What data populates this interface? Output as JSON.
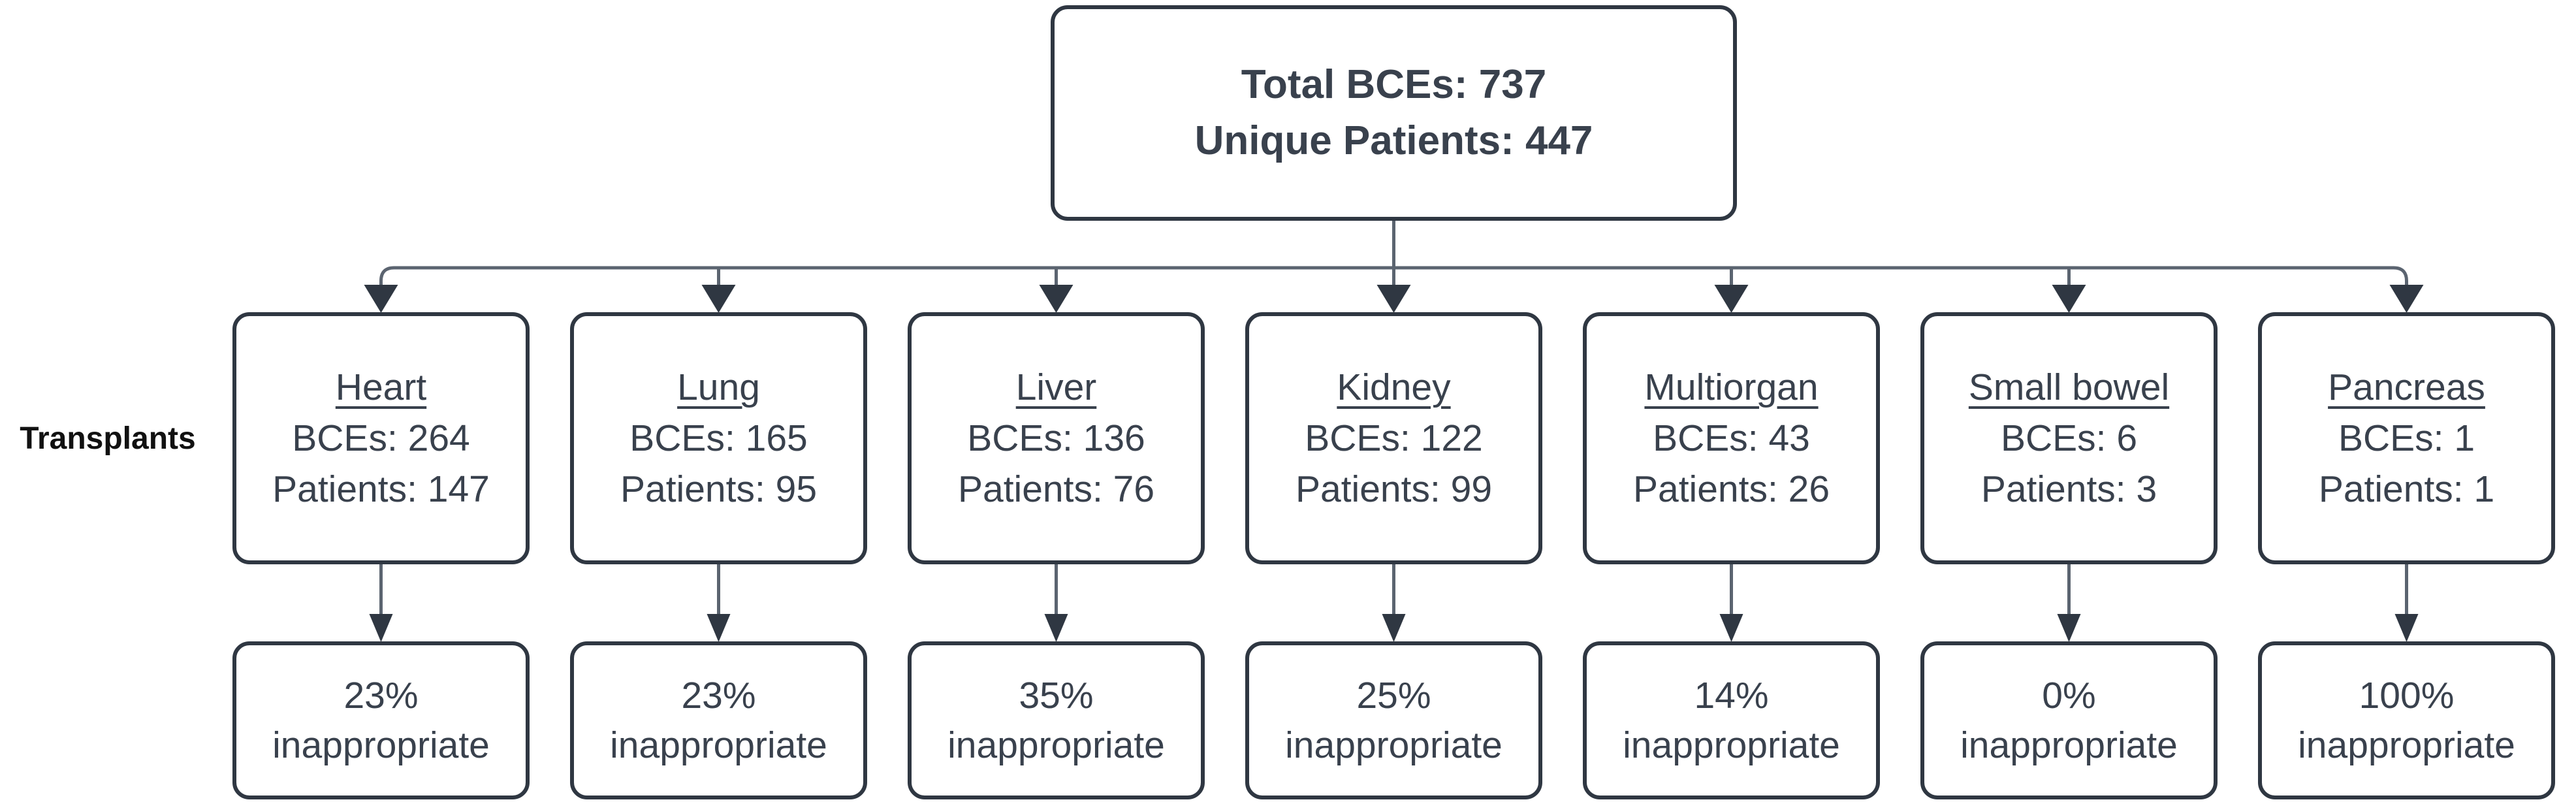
{
  "title_box": {
    "line1": "Total BCEs: 737",
    "line2": "Unique Patients: 447"
  },
  "row_label": "Transplants",
  "organs": [
    {
      "name": "Heart",
      "bces": "BCEs: 264",
      "patients": "Patients: 147",
      "pct": "23%",
      "pct_word": "inappropriate"
    },
    {
      "name": "Lung",
      "bces": "BCEs: 165",
      "patients": "Patients: 95",
      "pct": "23%",
      "pct_word": "inappropriate"
    },
    {
      "name": "Liver",
      "bces": "BCEs: 136",
      "patients": "Patients: 76",
      "pct": "35%",
      "pct_word": "inappropriate"
    },
    {
      "name": "Kidney",
      "bces": "BCEs: 122",
      "patients": "Patients: 99",
      "pct": "25%",
      "pct_word": "inappropriate"
    },
    {
      "name": "Multiorgan",
      "bces": "BCEs: 43",
      "patients": "Patients: 26",
      "pct": "14%",
      "pct_word": "inappropriate"
    },
    {
      "name": "Small bowel",
      "bces": "BCEs: 6",
      "patients": "Patients: 3",
      "pct": "0%",
      "pct_word": "inappropriate"
    },
    {
      "name": "Pancreas",
      "bces": "BCEs: 1",
      "patients": "Patients: 1",
      "pct": "100%",
      "pct_word": "inappropriate"
    }
  ],
  "colors": {
    "stroke": "#2f3742",
    "line": "#5b6470",
    "text": "#39414d",
    "label_text": "#111111",
    "background": "#ffffff"
  }
}
